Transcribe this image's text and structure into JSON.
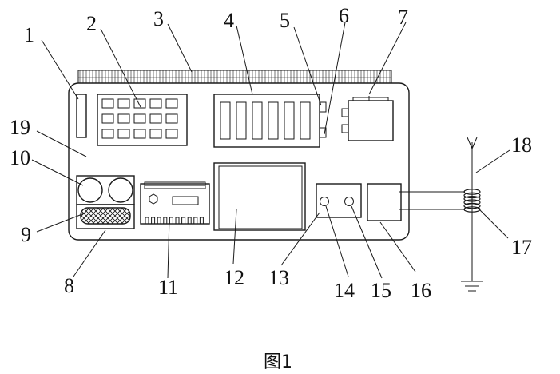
{
  "labels": {
    "n1": "1",
    "n2": "2",
    "n3": "3",
    "n4": "4",
    "n5": "5",
    "n6": "6",
    "n7": "7",
    "n8": "8",
    "n9": "9",
    "n10": "10",
    "n11": "11",
    "n12": "12",
    "n13": "13",
    "n14": "14",
    "n15": "15",
    "n16": "16",
    "n17": "17",
    "n18": "18",
    "n19": "19"
  },
  "caption": "图1",
  "colors": {
    "line": "#1a1a1a",
    "background": "#ffffff"
  }
}
